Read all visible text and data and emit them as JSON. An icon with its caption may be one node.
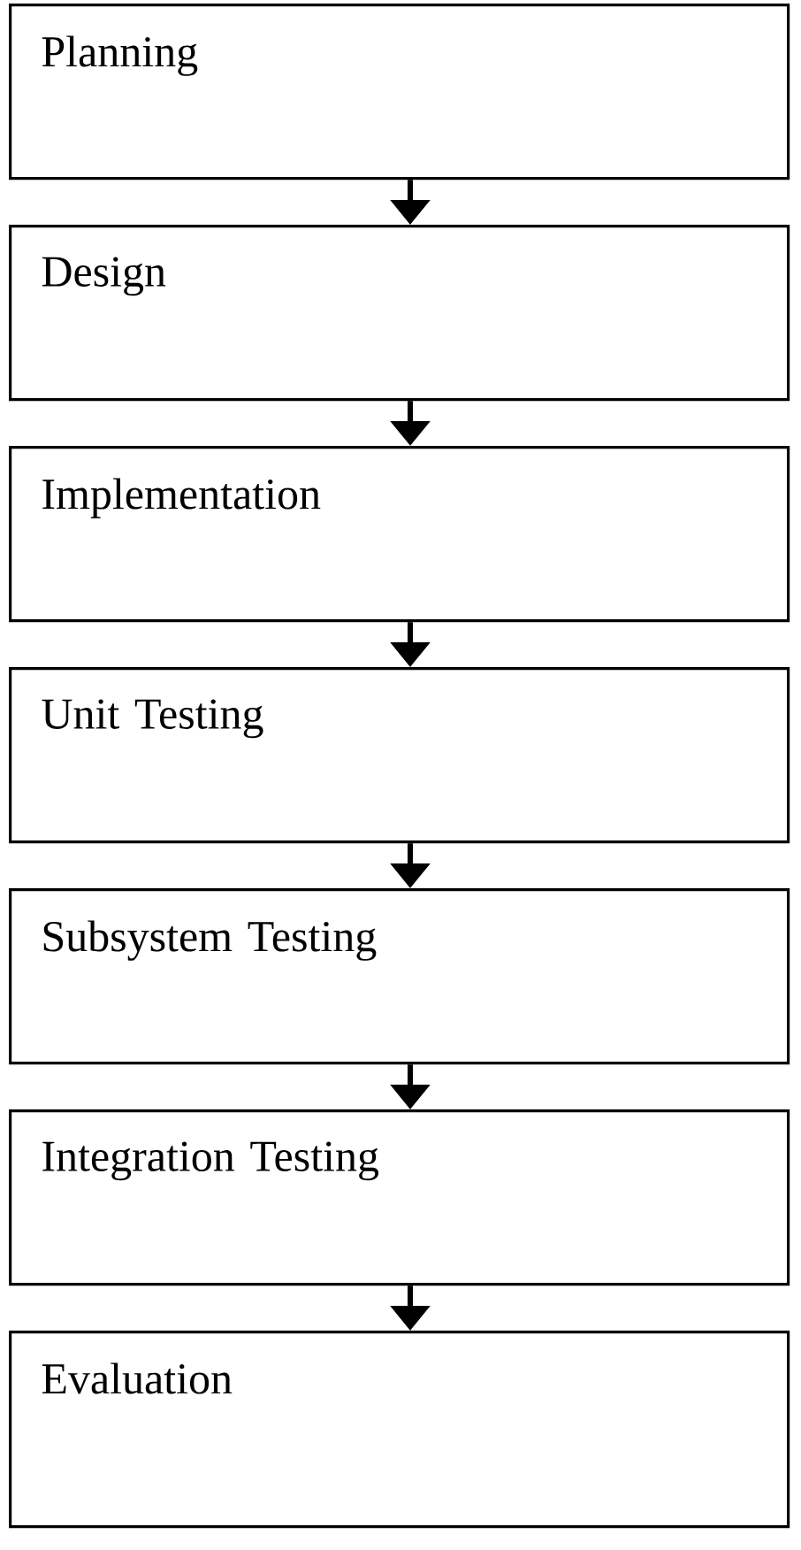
{
  "diagram": {
    "nodes": [
      {
        "text": [
          "Planning"
        ]
      },
      {
        "text": [
          "Design"
        ]
      },
      {
        "text": [
          "Implementation"
        ]
      },
      {
        "text": [
          "Unit Testing"
        ]
      },
      {
        "text": [
          "Subsystem Testing"
        ]
      },
      {
        "text": [
          "Integration Testing"
        ]
      },
      {
        "text": [
          "Evaluation"
        ]
      }
    ],
    "edges": [
      {
        "from": 0,
        "to": 1,
        "arrow": "to"
      },
      {
        "from": 1,
        "to": 2,
        "arrow": "to"
      },
      {
        "from": 2,
        "to": 3,
        "arrow": "to"
      },
      {
        "from": 3,
        "to": 4,
        "arrow": "to"
      },
      {
        "from": 4,
        "to": 5,
        "arrow": "to"
      },
      {
        "from": 5,
        "to": 6,
        "arrow": "to"
      }
    ]
  }
}
